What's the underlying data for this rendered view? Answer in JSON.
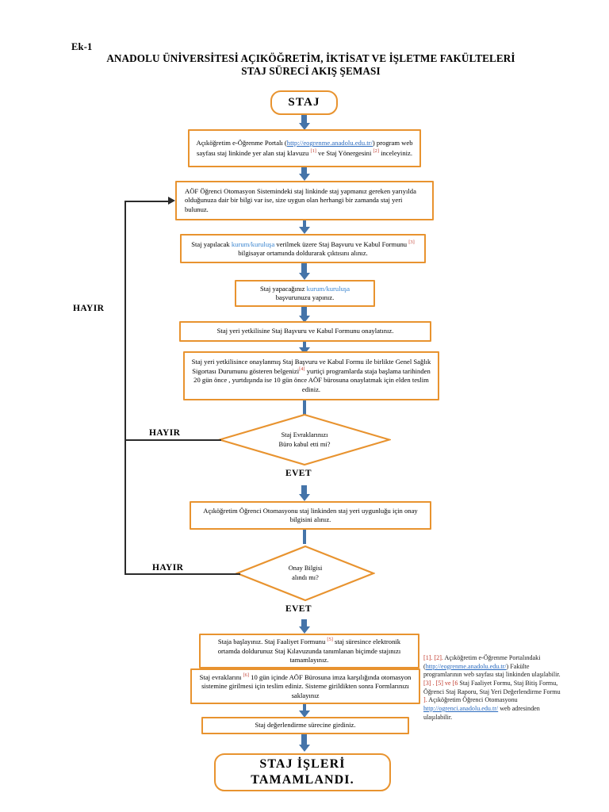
{
  "document": {
    "annex_label": "Ek-1",
    "title_line1": "ANADOLU ÜNİVERSİTESİ AÇIKÖĞRETİM, İKTİSAT VE İŞLETME FAKÜLTELERİ",
    "title_line2": "STAJ SÜRECİ AKIŞ ŞEMASI"
  },
  "colors": {
    "node_border": "#E8932F",
    "arrow": "#4574A9",
    "loop_line": "#2b2b2b",
    "link": "#2B6BBF",
    "footnote_marker": "#C0392B",
    "highlight": "#3C86D0"
  },
  "nodes": {
    "start": {
      "label": "STAJ",
      "shape": "terminator"
    },
    "step1": {
      "shape": "process",
      "text_full": "Açıköğretim e-Öğrenme Portalı (http://eogrenme.anadolu.edu.tr/) program web sayfası staj linkinde yer alan staj klavuzu [1] ve Staj Yönergesini [2] inceleyiniz.",
      "p1": "Açıköğretim e-Öğrenme Portalı (",
      "link": "http://eogrenme.anadolu.edu.tr/",
      "p2": ") program web sayfası staj linkinde yer alan staj klavuzu ",
      "ref1": "[1]",
      "p3": " ve Staj Yönergesini ",
      "ref2": "[2]",
      "p4": " inceleyiniz."
    },
    "step2": {
      "shape": "process",
      "text_full": "AÖF Öğrenci Otomasyon Sistemindeki staj linkinde staj yapmanız gereken yarıyılda olduğunuza dair bir bilgi var ise, size uygun olan herhangi bir zamanda staj yeri bulunuz."
    },
    "step3": {
      "shape": "process",
      "p1": "Staj yapılacak ",
      "hl": "kurum/kuruluşa",
      "p2": " verilmek üzere Staj Başvuru ve Kabul Formunu ",
      "ref": "[3]",
      "p3": " bilgisayar ortamında doldurarak çıktısını alınız.",
      "text_full": "Staj yapılacak kurum/kuruluşa verilmek üzere Staj Başvuru ve Kabul Formunu [3] bilgisayar ortamında doldurarak çıktısını alınız."
    },
    "step4": {
      "shape": "process",
      "p1": "Staj yapacağınız ",
      "hl": "kurum/kuruluşa",
      "p2": " başvurunuzu yapınız.",
      "text_full": "Staj yapacağınız kurum/kuruluşa başvurunuzu yapınız."
    },
    "step5": {
      "shape": "process",
      "text_full": "Staj yeri yetkilisine Staj Başvuru ve Kabul Formunu onaylatınız."
    },
    "step6": {
      "shape": "process",
      "p1": "Staj yeri yetkilisince onaylanmış Staj Başvuru ve Kabul Formu ile birlikte Genel Sağlık Sigortası Durumunu gösteren belgenizi",
      "ref": "[4]",
      "p2": " yurtiçi programlarda staja başlama tarihinden 20 gün önce , yurtdışında ise 10 gün önce AÖF bürosuna onaylatmak için elden teslim ediniz.",
      "text_full": "Staj yeri yetkilisince onaylanmış Staj Başvuru ve Kabul Formu ile birlikte Genel Sağlık Sigortası Durumunu gösteren belgenizi [4] yurtiçi programlarda staja başlama tarihinden 20 gün önce , yurtdışında ise 10 gün önce AÖF bürosuna onaylatmak için elden teslim ediniz."
    },
    "decision1": {
      "shape": "decision",
      "line1": "Staj Evraklarınızı",
      "line2": "Büro kabul etti mi?",
      "yes_label": "EVET",
      "no_label": "HAYIR"
    },
    "step7": {
      "shape": "process",
      "text_full": "Açıköğretim Öğrenci Otomasyonu staj linkinden staj yeri uygunluğu için onay bilgisini alınız."
    },
    "decision2": {
      "shape": "decision",
      "line1": "Onay Bilgisi",
      "line2": "alındı mı?",
      "yes_label": "EVET",
      "no_label": "HAYIR"
    },
    "step8": {
      "shape": "process",
      "p1": "Staja başlayınız. Staj Faaliyet Formunu ",
      "ref": "[5]",
      "p2": " staj süresince elektronik ortamda doldurunuz Staj Kılavuzunda tanımlanan biçimde stajınızı tamamlayınız.",
      "text_full": "Staja başlayınız. Staj Faaliyet Formunu [5] staj süresince elektronik ortamda doldurunuz Staj Kılavuzunda tanımlanan biçimde stajınızı tamamlayınız."
    },
    "step9": {
      "shape": "process",
      "p1": "Staj evraklarını ",
      "ref": "[6]",
      "p2": " 10 gün içinde AÖF Bürosuna imza karşılığında otomasyon sistemine girilmesi için teslim ediniz. Sisteme girildikten sonra Formlarınızı saklayınız",
      "text_full": "Staj evraklarını [6] 10 gün içinde AÖF Bürosuna imza karşılığında otomasyon sistemine girilmesi için teslim ediniz. Sisteme girildikten sonra Formlarınızı saklayınız"
    },
    "step10": {
      "shape": "process",
      "text_full": "Staj değerlendirme sürecine girdiniz."
    },
    "end": {
      "shape": "terminator",
      "line1": "STAJ İŞLERİ",
      "line2": "TAMAMLANDI."
    }
  },
  "branch_labels": {
    "hayir_top": "HAYIR",
    "hayir_mid": "HAYIR",
    "hayir_low": "HAYIR",
    "evet_1": "EVET",
    "evet_2": "EVET"
  },
  "footnotes": {
    "n1_marker": "[1]. [2].",
    "n1_text_a": " Açıköğretim e-Öğrenme Portalındaki (",
    "n1_link": "http://eogrenme.anadolu.edu.tr/",
    "n1_text_b": ") Fakülte programlarının web sayfası staj linkinden ulaşılabilir.",
    "n2_marker": "[3] . [5] ve",
    "n2_marker2": "[6",
    "n2_text_a": " Staj Faaliyet Formu, Staj Bitiş Formu, Öğrenci Staj Raporu, Staj Yeri Değerlendirme Formu ",
    "n2_close": "].",
    "n2_text_b": " Açıköğretim Öğrenci Otomasyonu ",
    "n2_link": "http://ogrenci.anadolu.edu.tr/",
    "n2_text_c": " web adresinden ulaşılabilir."
  }
}
